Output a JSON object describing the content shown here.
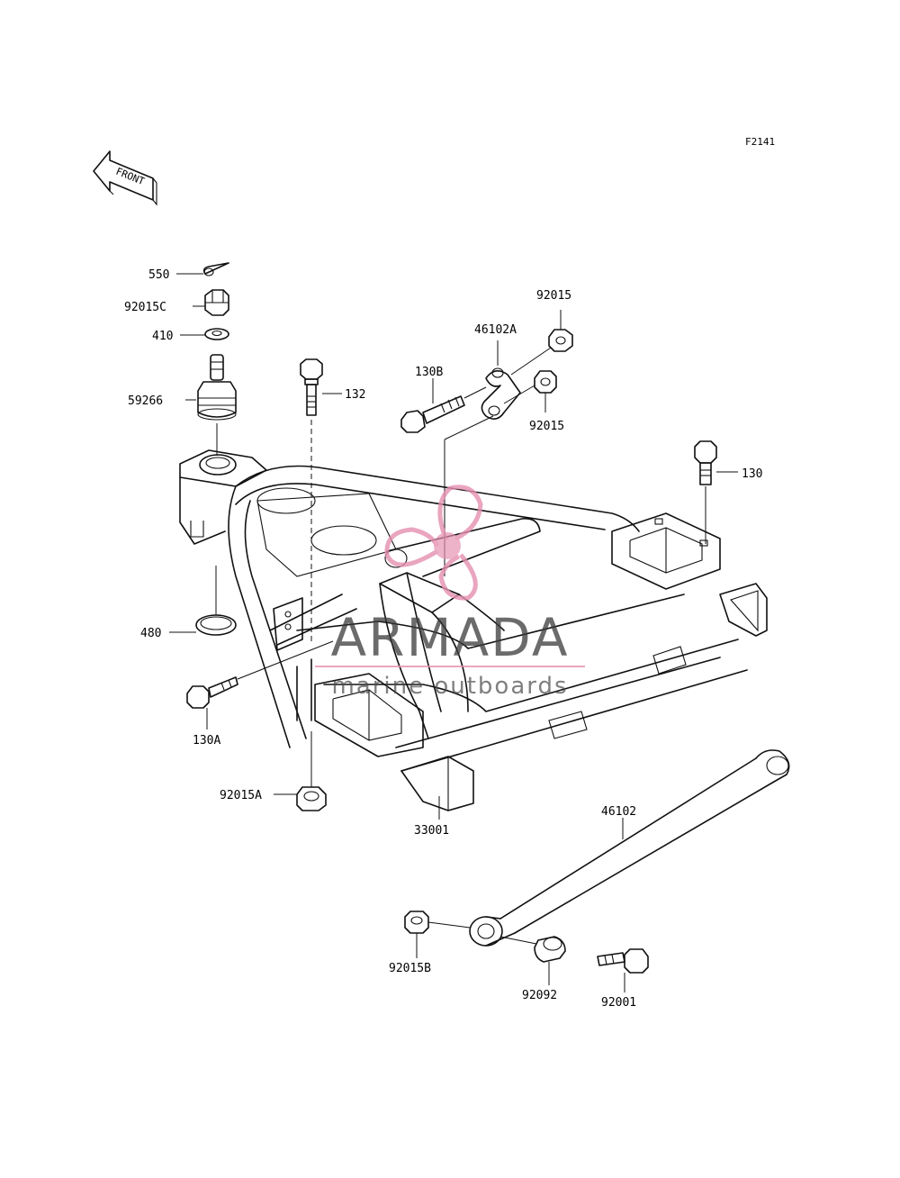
{
  "diagram": {
    "figure_code": "F2141",
    "front_label": "FRONT",
    "parts": {
      "p550": "550",
      "p92015C": "92015C",
      "p410": "410",
      "p59266": "59266",
      "p132": "132",
      "p130B": "130B",
      "p46102A": "46102A",
      "p92015_top": "92015",
      "p92015_mid": "92015",
      "p130": "130",
      "p480": "480",
      "p130A": "130A",
      "p92015A": "92015A",
      "p33001": "33001",
      "p46102": "46102",
      "p92015B": "92015B",
      "p92092": "92092",
      "p92001": "92001"
    }
  },
  "watermark": {
    "brand": "ARMADA",
    "tagline": "marine outboards",
    "accent_color": "#e58fb0"
  }
}
